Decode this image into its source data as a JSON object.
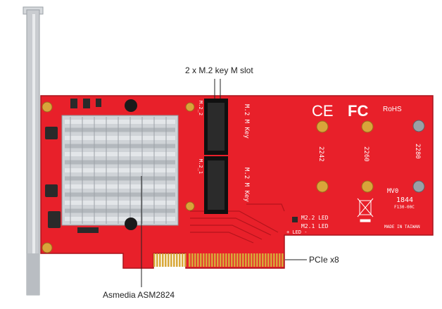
{
  "callouts": {
    "slot": "2 x M.2 key M slot",
    "pcie": "PCIe x8",
    "chip": "Asmedia ASM2824"
  },
  "silkscreen": {
    "m2_top": "M.2  M  Key",
    "m2_bottom": "M.2  M  Key",
    "m2_2_a": "M.2_2",
    "m2_1_a": "M.2_1",
    "len_2242": "2242",
    "len_2260": "2260",
    "len_2280": "2280",
    "led2": "M2.2 LED",
    "led1": "M2.1 LED",
    "led_sign": "+ LED -",
    "code": "F130-00C",
    "made_in": "MADE IN TAIWAN",
    "date": "1844",
    "mark_ce": "CE",
    "mark_fc": "FC",
    "mark_rohs": "RoHS",
    "mark_hz": "MV0"
  },
  "colors": {
    "pcb": "#e8202a",
    "bracket": "#c9ccd0",
    "heatsink": "#bfc3c7",
    "gold": "#d8a83a"
  }
}
